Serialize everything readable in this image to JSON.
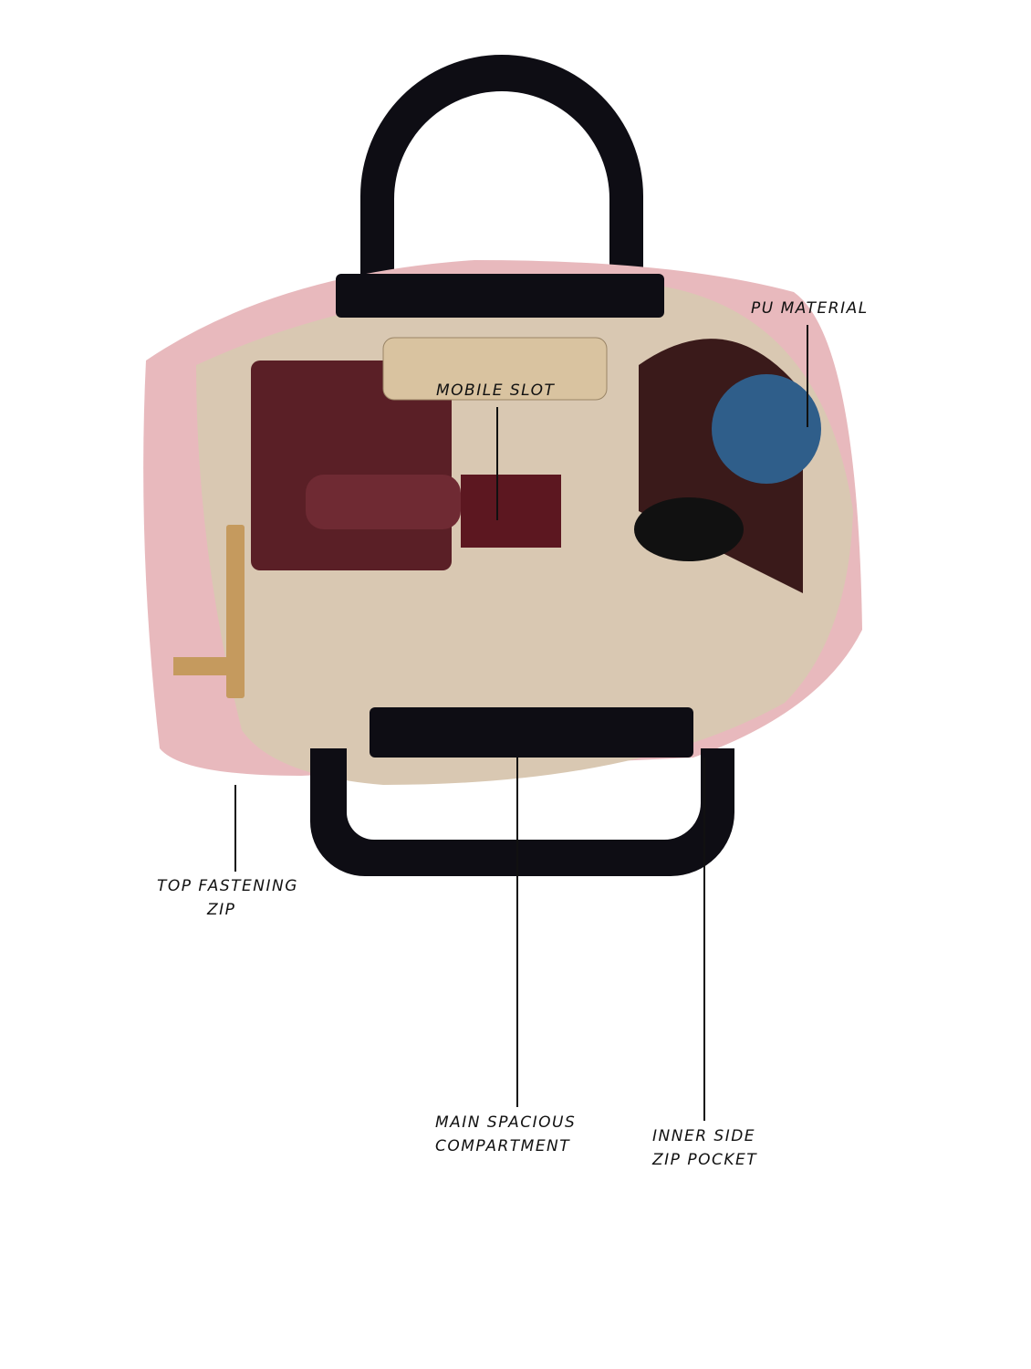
{
  "annotations": {
    "pu_material": "PU MATERIAL",
    "mobile_slot": "MOBILE SLOT",
    "top_zip": {
      "line1": "TOP FASTENING",
      "line2": "ZIP"
    },
    "main_compartment": {
      "line1": "MAIN SPACIOUS",
      "line2": "COMPARTMENT"
    },
    "inner_pocket": {
      "line1": "INNER SIDE",
      "line2": "ZIP POCKET"
    }
  },
  "colors": {
    "bag_pink": "#e8b9bd",
    "lining": "#d9c8b2",
    "handle": "#0e0d14",
    "leader_line": "#111111"
  }
}
